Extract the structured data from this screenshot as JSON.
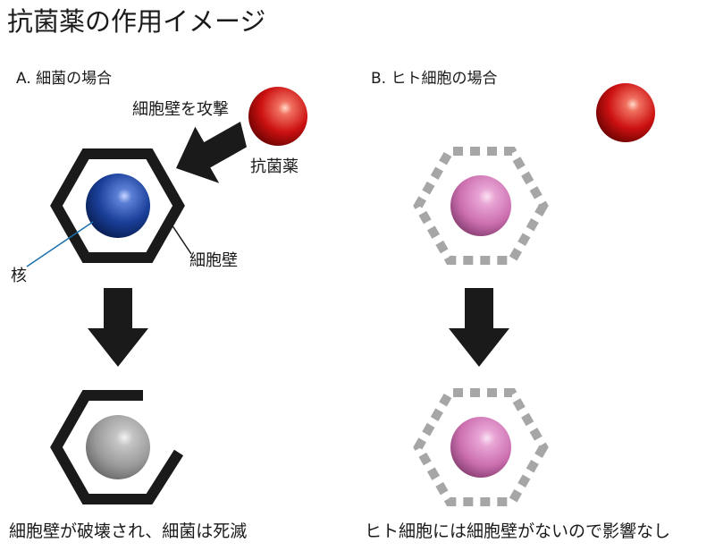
{
  "title": "抗菌薬の作用イメージ",
  "sections": {
    "bacteria": {
      "label": "A. 細菌の場合",
      "attack_label": "細胞壁を攻撃",
      "drug_label": "抗菌薬",
      "wall_label": "細胞壁",
      "nucleus_label": "核",
      "caption": "細胞壁が破壊され、細菌は死滅"
    },
    "human": {
      "label": "B. ヒト細胞の場合",
      "caption": "ヒト細胞には細胞壁がないので影響なし"
    }
  },
  "colors": {
    "drug": "#cc1111",
    "bacteria_nucleus": "#1a3f99",
    "dead_nucleus": "#9a9a9a",
    "human_nucleus": "#cc6fb0",
    "cell_wall": "#1a1a1a",
    "human_membrane": "#a6a6a6",
    "arrow": "#1a1a1a"
  }
}
